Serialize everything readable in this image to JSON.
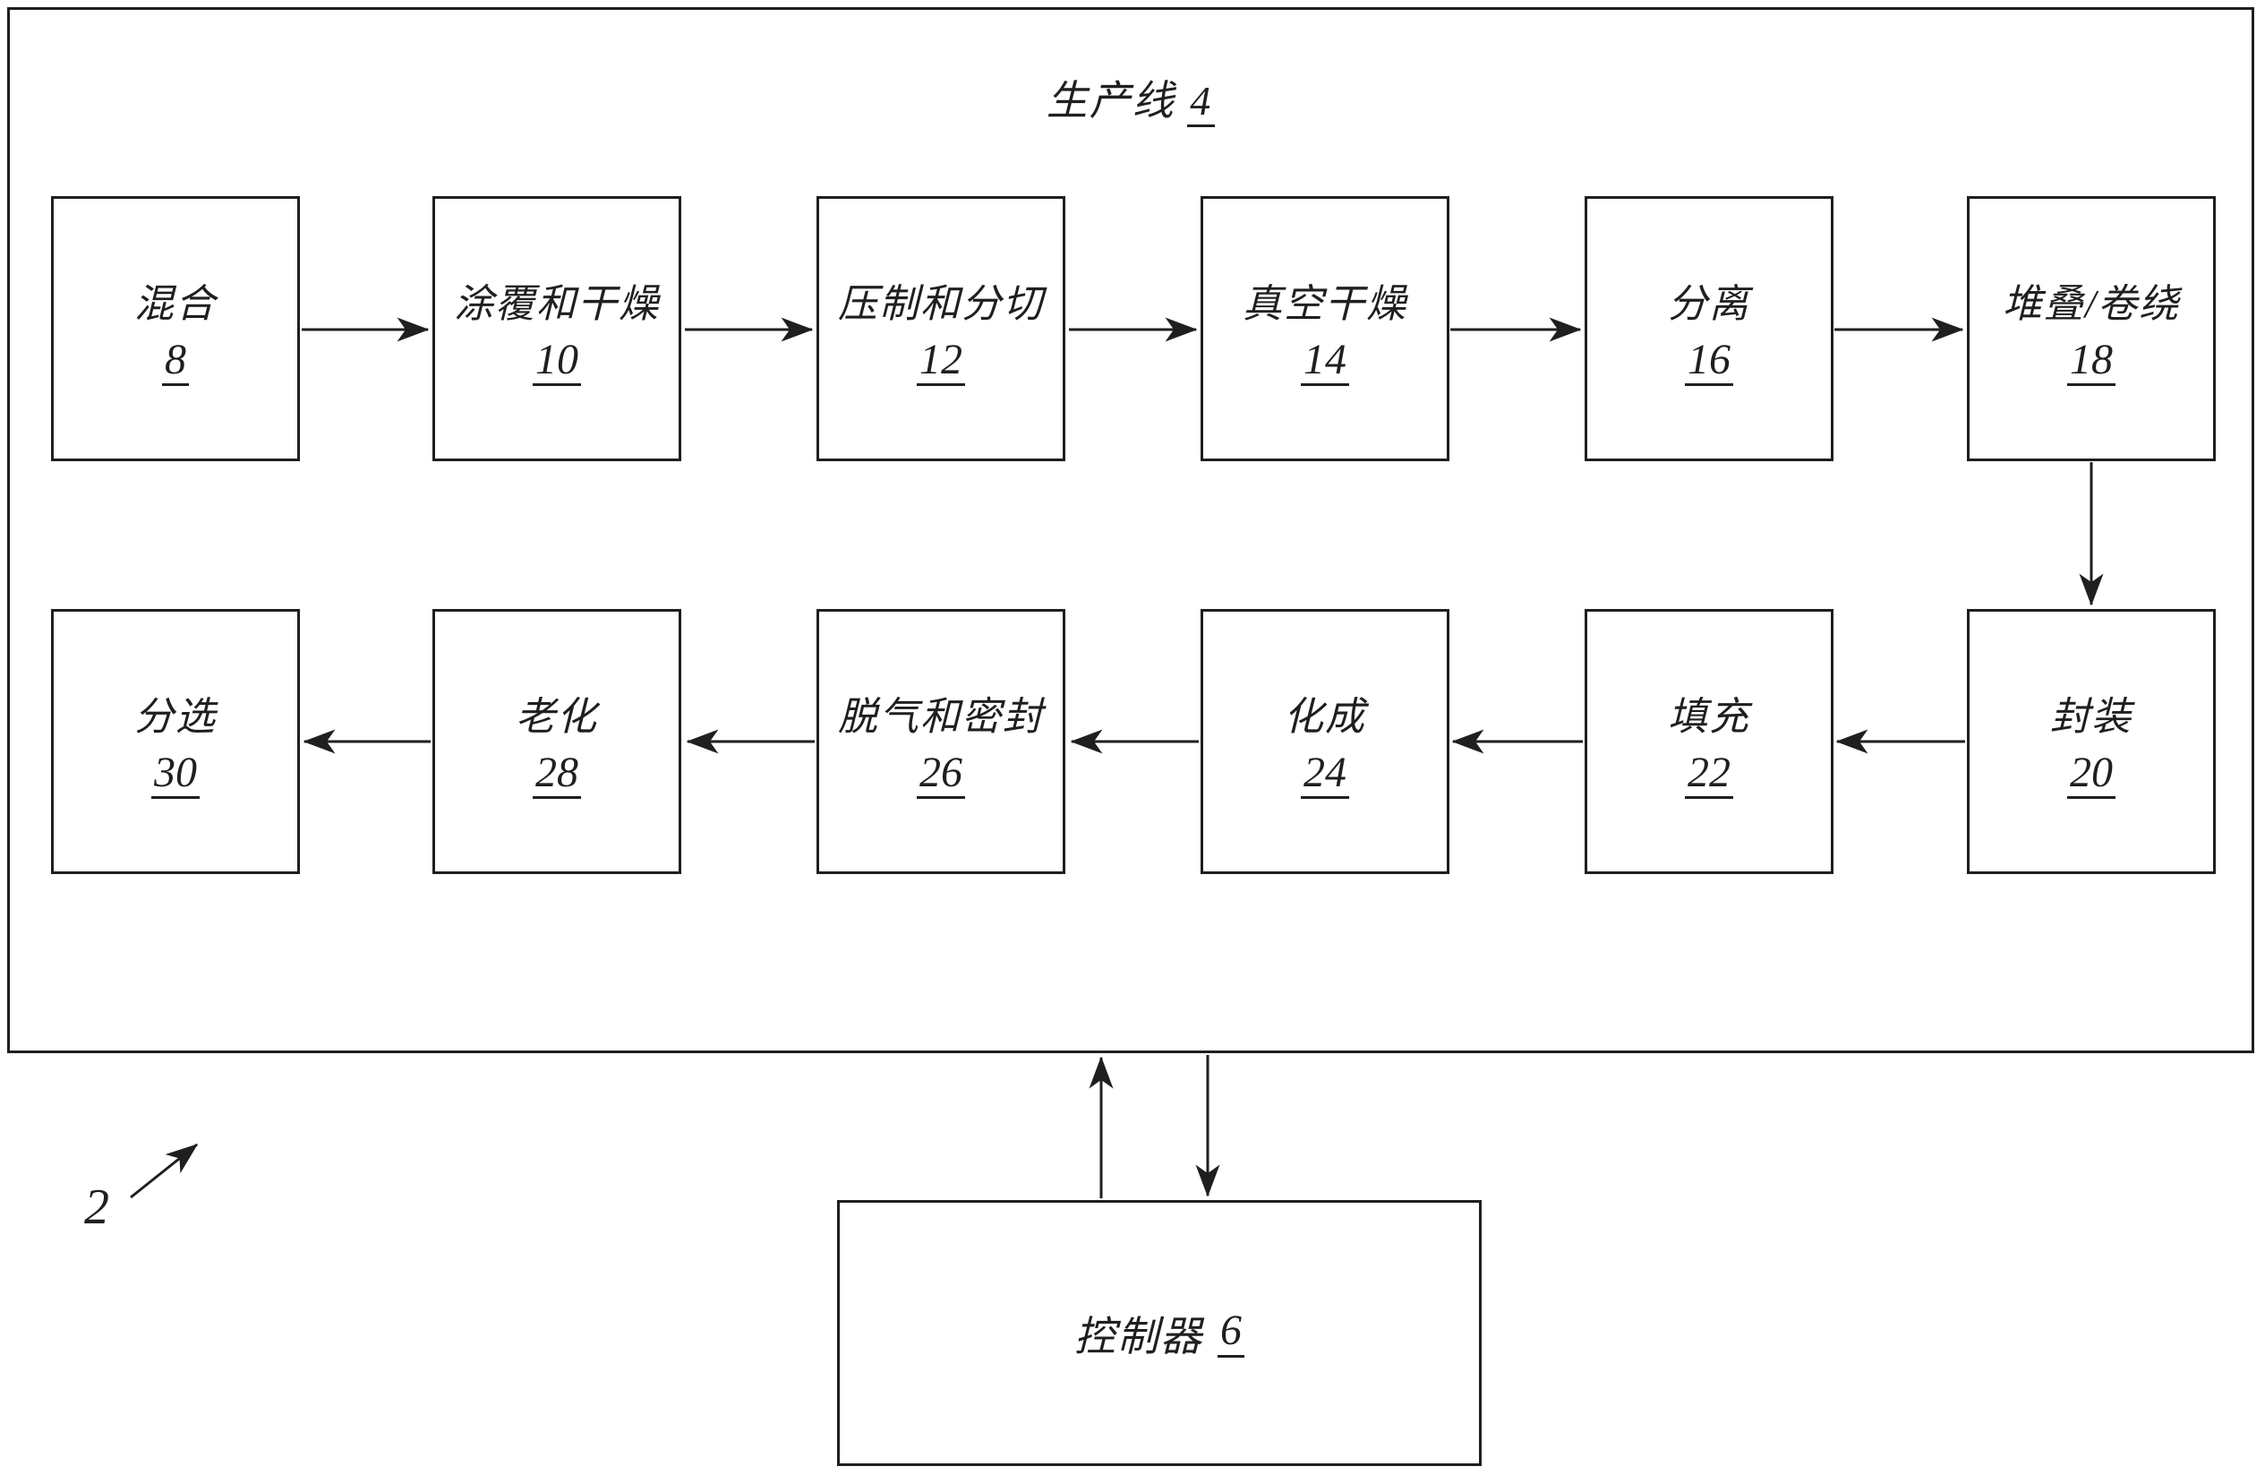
{
  "figure": {
    "production_line": {
      "title": "生产线",
      "ref": "4"
    },
    "controller": {
      "label": "控制器",
      "ref": "6"
    },
    "figure_ref": "2",
    "boxes": [
      {
        "name": "mixing",
        "label": "混合",
        "ref": "8"
      },
      {
        "name": "coating-and-drying",
        "label": "涂覆和干燥",
        "ref": "10"
      },
      {
        "name": "pressing-and-slitting",
        "label": "压制和分切",
        "ref": "12"
      },
      {
        "name": "vacuum-drying",
        "label": "真空干燥",
        "ref": "14"
      },
      {
        "name": "separation",
        "label": "分离",
        "ref": "16"
      },
      {
        "name": "stacking-winding",
        "label": "堆叠/卷绕",
        "ref": "18"
      },
      {
        "name": "packaging",
        "label": "封装",
        "ref": "20"
      },
      {
        "name": "filling",
        "label": "填充",
        "ref": "22"
      },
      {
        "name": "formation",
        "label": "化成",
        "ref": "24"
      },
      {
        "name": "degassing-and-sealing",
        "label": "脱气和密封",
        "ref": "26"
      },
      {
        "name": "aging",
        "label": "老化",
        "ref": "28"
      },
      {
        "name": "sorting",
        "label": "分选",
        "ref": "30"
      }
    ]
  }
}
